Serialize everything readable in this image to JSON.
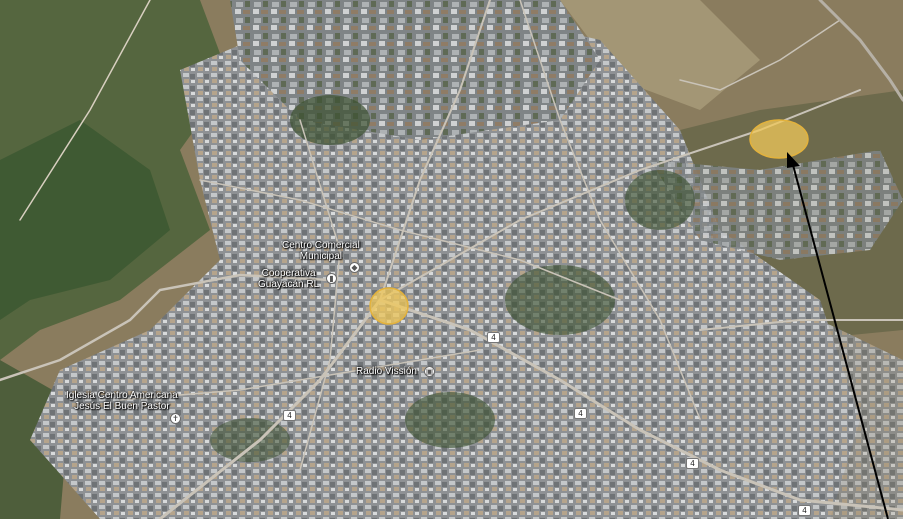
{
  "map": {
    "type": "satellite",
    "colors": {
      "terrain_dry": "#8a7c5e",
      "vegetation": "#3f5a33",
      "urban": "#9ea2a4",
      "road": "#c9c3b8",
      "highlight_fill": "#f0c85a",
      "highlight_stroke": "#e3b23c",
      "arrow": "#000000"
    }
  },
  "labels": {
    "centro_comercial": "Centro Comercial\nMunicipal",
    "cooperativa": "Cooperativa\nGuayacán RL",
    "radio_vission": "Radio Vissión",
    "iglesia": "Iglesia Centro Americana\nJesús El Buen Pastor"
  },
  "route_number": "4",
  "icons": {
    "shopping": "shopping-bag-icon",
    "bank": "bank-icon",
    "radio": "radio-icon",
    "church": "church-icon"
  },
  "highlights": [
    "highlight-circle-center",
    "highlight-circle-northeast"
  ],
  "annotation": "arrow-pointer"
}
